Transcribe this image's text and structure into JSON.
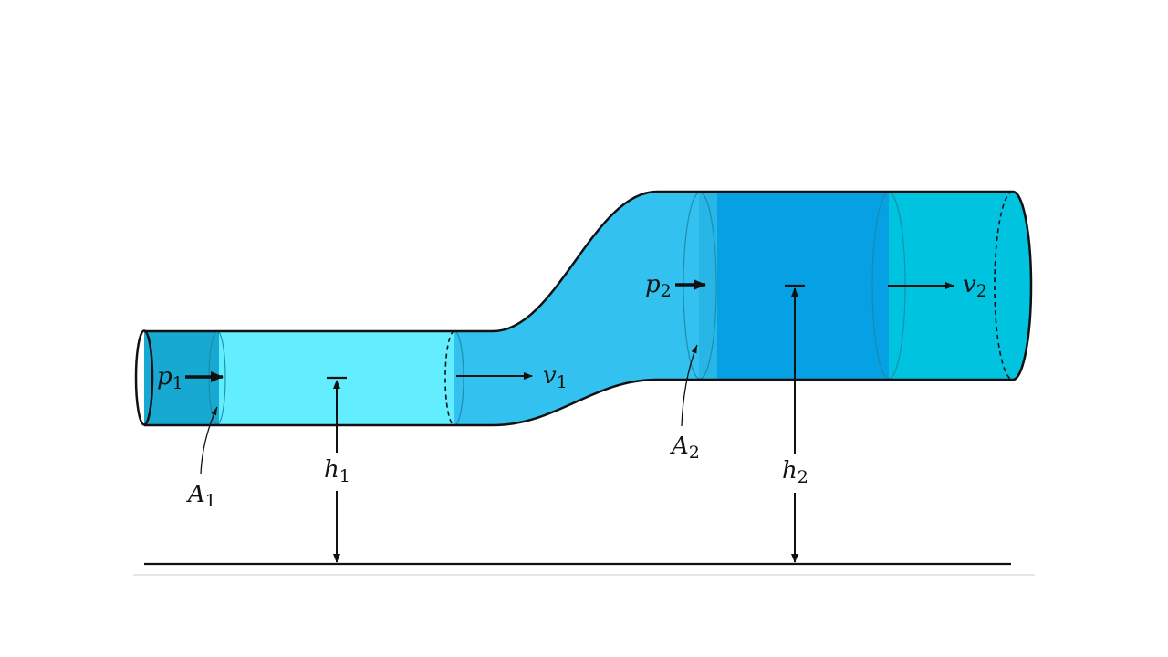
{
  "labels": {
    "p1": {
      "main": "p",
      "sub": "1"
    },
    "v1": {
      "main": "v",
      "sub": "1"
    },
    "A1": {
      "main": "A",
      "sub": "1"
    },
    "h1": {
      "main": "h",
      "sub": "1"
    },
    "p2": {
      "main": "p",
      "sub": "2"
    },
    "v2": {
      "main": "v",
      "sub": "2"
    },
    "A2": {
      "main": "A",
      "sub": "2"
    },
    "h2": {
      "main": "h",
      "sub": "2"
    }
  },
  "colors": {
    "inlet_end": "#18a9d3",
    "segment1": "#62eeff",
    "transition": "#33c1ef",
    "ring2": "#27b6e6",
    "segment2": "#06a0e4",
    "outlet": "#00c3e0",
    "ground_shadow": "#e6e6e6"
  }
}
